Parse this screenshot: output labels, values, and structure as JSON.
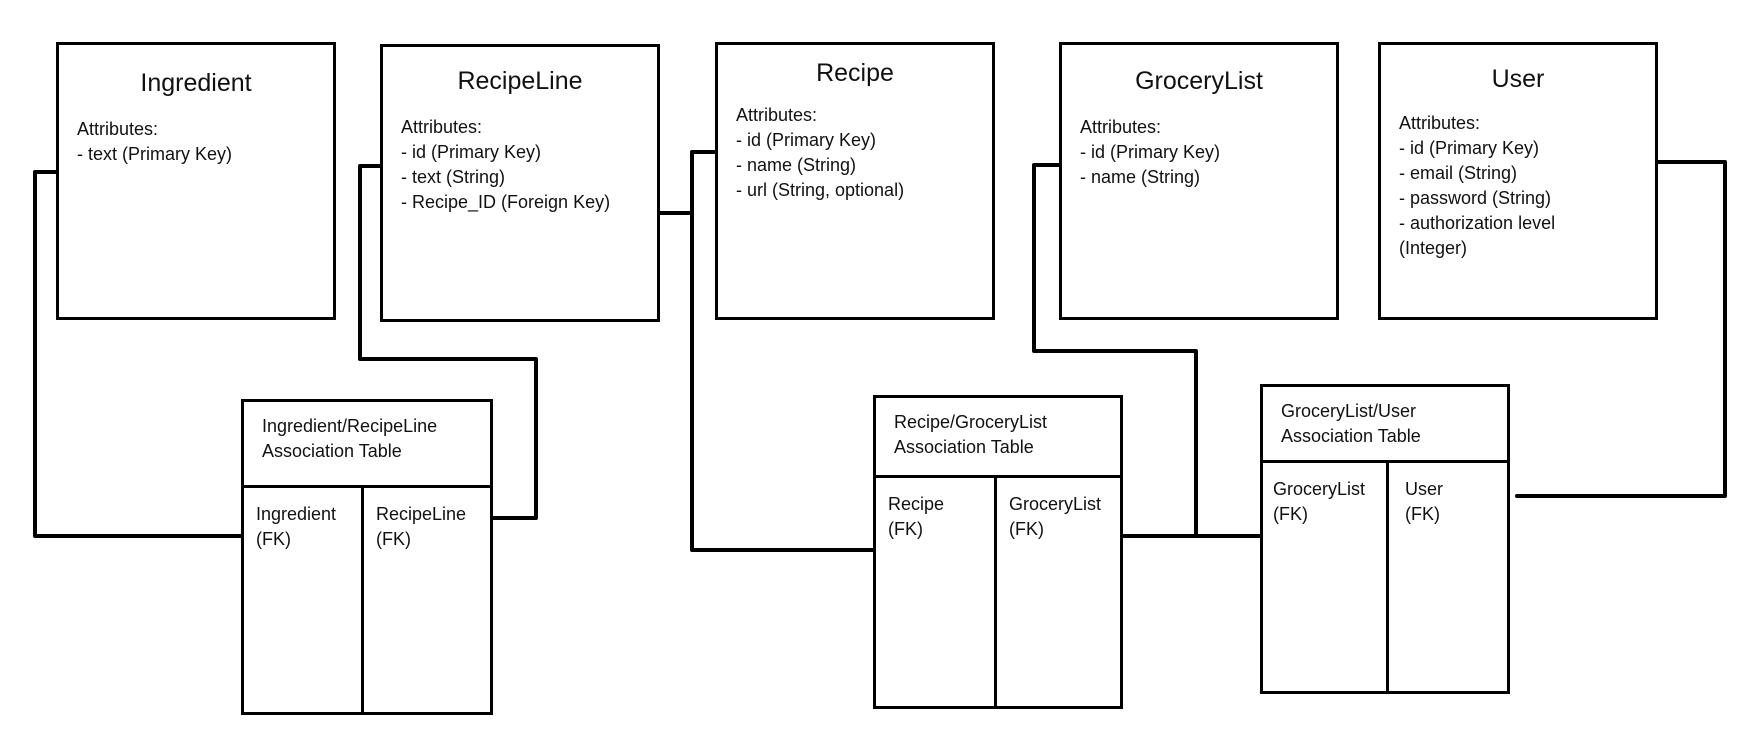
{
  "entities": {
    "ingredient": {
      "title": "Ingredient",
      "attributes_label": "Attributes:",
      "attributes": [
        "- text (Primary Key)"
      ]
    },
    "recipeline": {
      "title": "RecipeLine",
      "attributes_label": "Attributes:",
      "attributes": [
        "- id (Primary Key)",
        "- text (String)",
        "- Recipe_ID (Foreign Key)"
      ]
    },
    "recipe": {
      "title": "Recipe",
      "attributes_label": "Attributes:",
      "attributes": [
        "- id (Primary Key)",
        "- name (String)",
        "- url (String, optional)"
      ]
    },
    "grocerylist": {
      "title": "GroceryList",
      "attributes_label": "Attributes:",
      "attributes": [
        "- id (Primary Key)",
        "- name (String)"
      ]
    },
    "user": {
      "title": "User",
      "attributes_label": "Attributes:",
      "attributes": [
        "- id (Primary Key)",
        "- email (String)",
        "- password (String)",
        "- authorization level",
        "(Integer)"
      ]
    }
  },
  "association_tables": {
    "ingredient_recipeline": {
      "title_line1": "Ingredient/RecipeLine",
      "title_line2": "Association Table",
      "left_column": {
        "name": "Ingredient",
        "fk": "(FK)"
      },
      "right_column": {
        "name": "RecipeLine",
        "fk": "(FK)"
      }
    },
    "recipe_grocerylist": {
      "title_line1": "Recipe/GroceryList",
      "title_line2": "Association Table",
      "left_column": {
        "name": "Recipe",
        "fk": "(FK)"
      },
      "right_column": {
        "name": "GroceryList",
        "fk": "(FK)"
      }
    },
    "grocerylist_user": {
      "title_line1": "GroceryList/User",
      "title_line2": "Association Table",
      "left_column": {
        "name": "GroceryList",
        "fk": "(FK)"
      },
      "right_column": {
        "name": "User",
        "fk": "(FK)"
      }
    }
  },
  "colors": {
    "line": "#000000",
    "background": "#ffffff",
    "text": "#111111"
  }
}
